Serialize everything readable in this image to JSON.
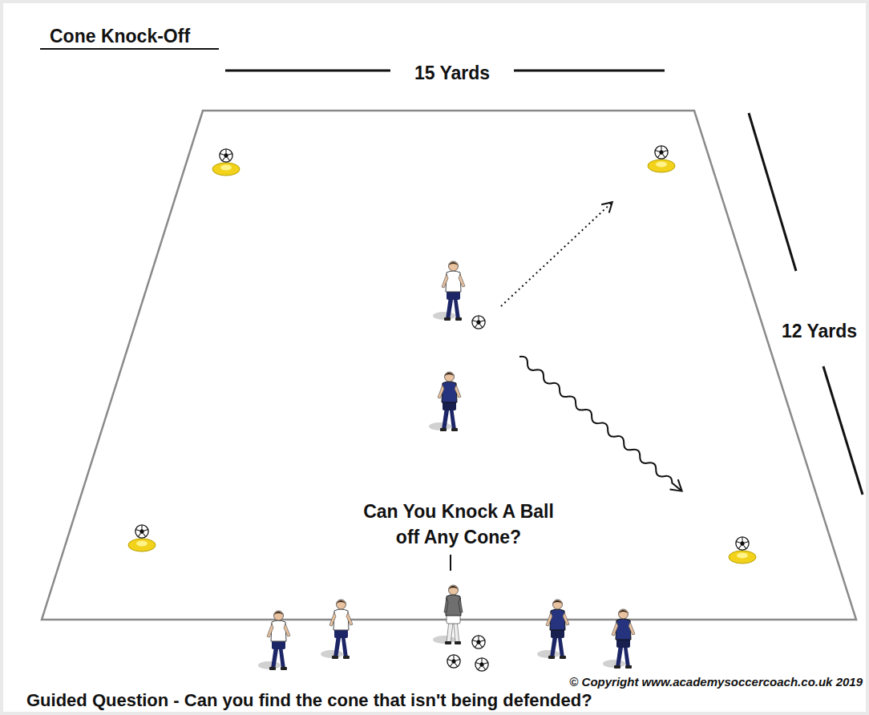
{
  "diagram": {
    "title": "Cone Knock-Off",
    "caption": "Guided Question - Can you find the cone that isn't being defended?",
    "labels": [
      "15 Yards",
      "12 Yards",
      "Can You Knock A Ball off Any Cone?",
      "© Copyright www.academysoccercoach.co.uk 2019"
    ]
  }
}
